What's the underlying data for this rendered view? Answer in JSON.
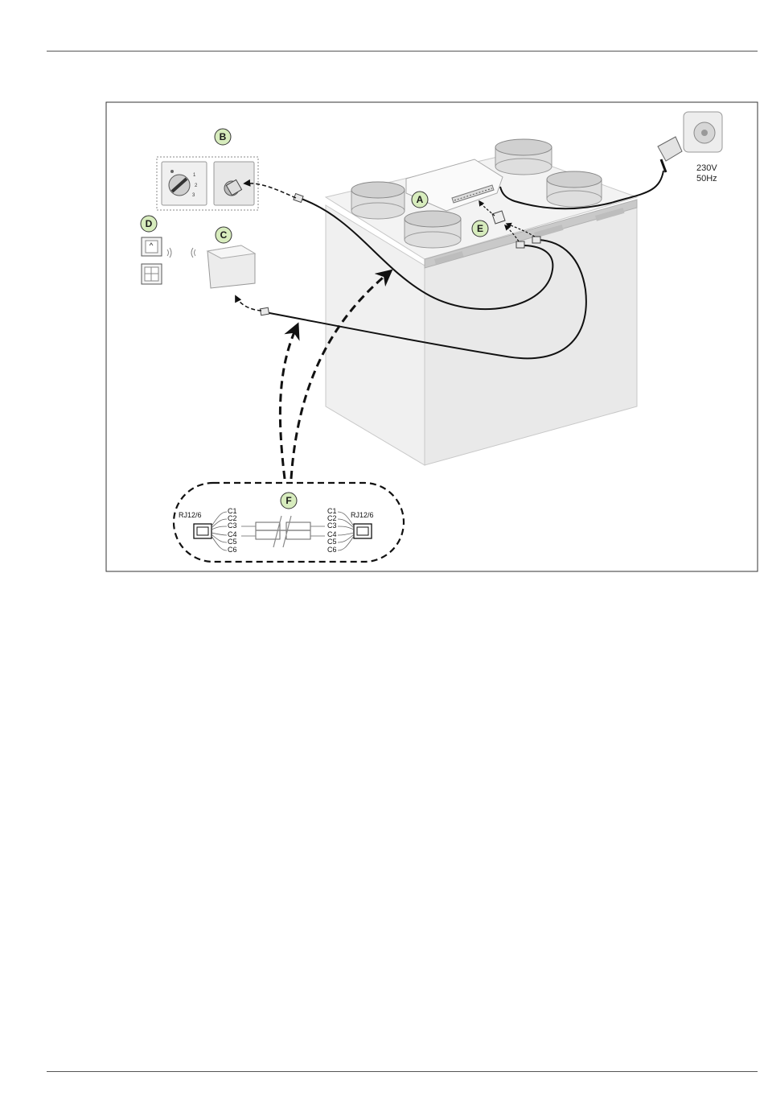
{
  "diagram": {
    "callouts": [
      {
        "id": "A",
        "label": "A"
      },
      {
        "id": "B",
        "label": "B"
      },
      {
        "id": "C",
        "label": "C"
      },
      {
        "id": "D",
        "label": "D"
      },
      {
        "id": "E",
        "label": "E"
      },
      {
        "id": "F",
        "label": "F"
      }
    ],
    "power": {
      "voltage": "230V",
      "frequency": "50Hz"
    },
    "switch_positions": [
      "1",
      "2",
      "3"
    ],
    "cable": {
      "connector_left": "RJ12/6",
      "connector_right": "RJ12/6",
      "wires": [
        "C1",
        "C2",
        "C3",
        "C4",
        "C5",
        "C6"
      ]
    }
  },
  "colors": {
    "callout_fill": "#d7ecbd",
    "unit_body": "#ececec",
    "unit_edge": "#bdbdbd",
    "cable": "#111111"
  }
}
